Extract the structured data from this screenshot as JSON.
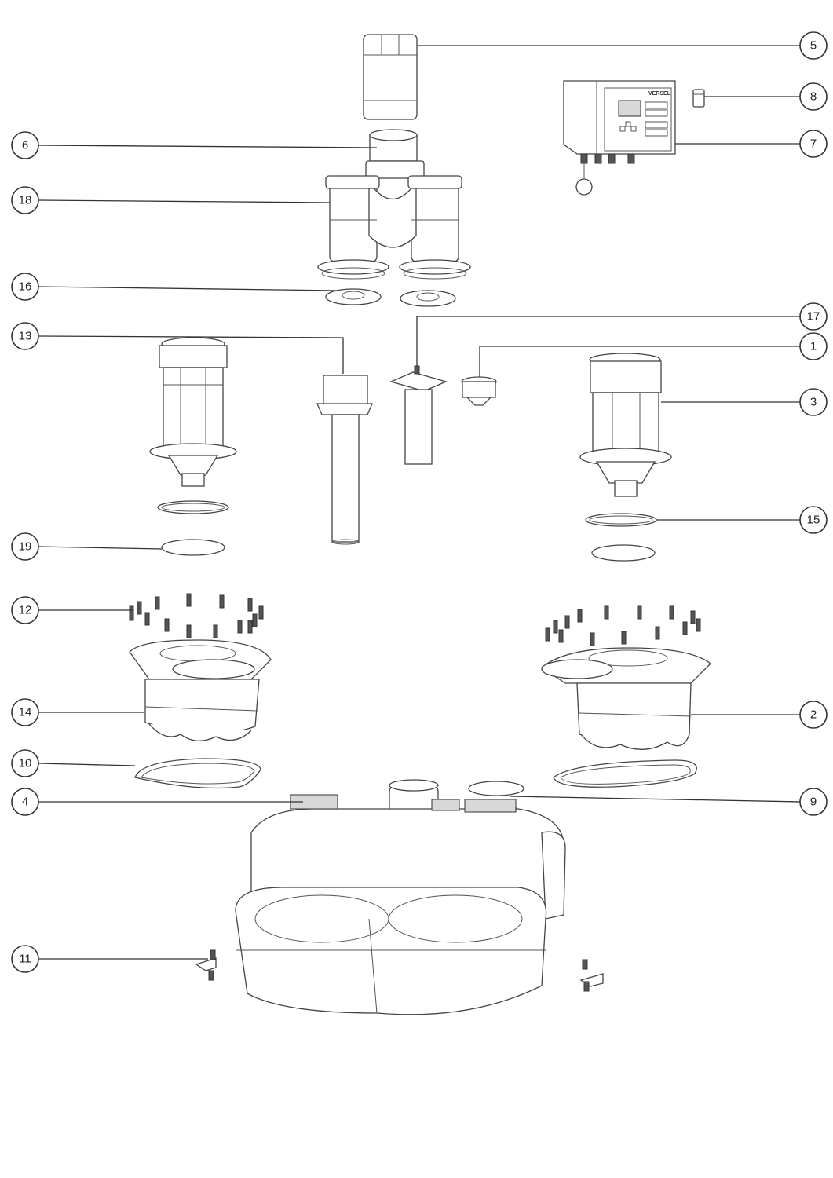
{
  "diagram": {
    "callouts": [
      {
        "number": "1"
      },
      {
        "number": "2"
      },
      {
        "number": "3"
      },
      {
        "number": "4"
      },
      {
        "number": "5"
      },
      {
        "number": "6"
      },
      {
        "number": "7"
      },
      {
        "number": "8"
      },
      {
        "number": "9"
      },
      {
        "number": "10"
      },
      {
        "number": "11"
      },
      {
        "number": "12"
      },
      {
        "number": "13"
      },
      {
        "number": "14"
      },
      {
        "number": "15"
      },
      {
        "number": "16"
      },
      {
        "number": "17"
      },
      {
        "number": "18"
      },
      {
        "number": "19"
      }
    ],
    "controller_brand": "VERSEL"
  }
}
